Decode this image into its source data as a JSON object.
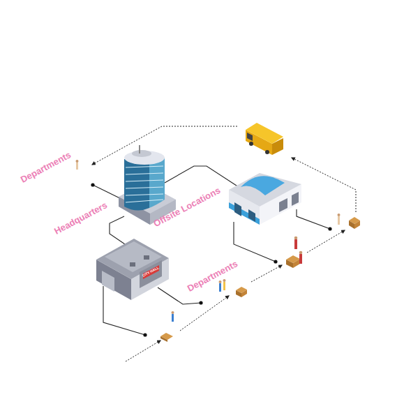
{
  "diagram": {
    "labels": [
      "Departments",
      "Headquarters",
      "Offsite Locations",
      "Departments",
      "CITY HALL"
    ]
  }
}
